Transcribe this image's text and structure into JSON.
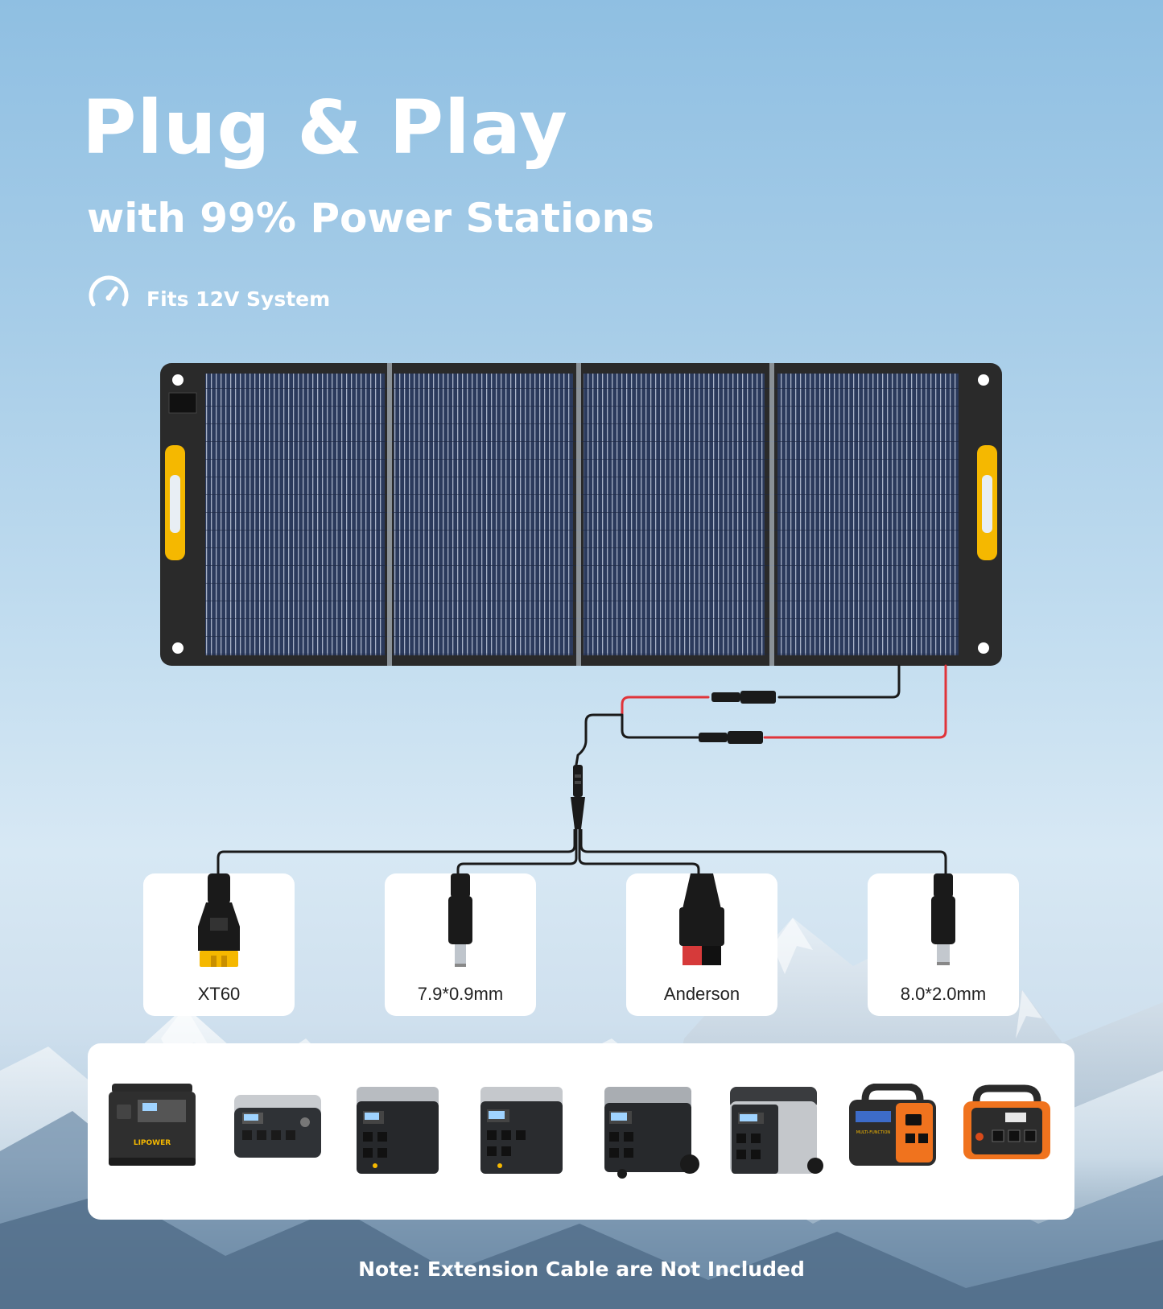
{
  "header": {
    "title": "Plug & Play",
    "subtitle": "with 99% Power Stations",
    "feature": {
      "icon": "speedometer-icon",
      "text": "Fits 12V System"
    }
  },
  "connectors": [
    {
      "icon": "xt60-plug-icon",
      "label": "XT60"
    },
    {
      "icon": "dc-barrel-plug-icon",
      "label": "7.9*0.9mm"
    },
    {
      "icon": "anderson-plug-icon",
      "label": "Anderson"
    },
    {
      "icon": "dc-barrel-plug-icon",
      "label": "8.0*2.0mm"
    }
  ],
  "stations": [
    {
      "icon": "power-station-icon",
      "brand_text": "LIPOWER"
    },
    {
      "icon": "power-station-icon"
    },
    {
      "icon": "power-station-icon"
    },
    {
      "icon": "power-station-icon"
    },
    {
      "icon": "power-station-icon"
    },
    {
      "icon": "power-station-icon"
    },
    {
      "icon": "power-station-icon"
    },
    {
      "icon": "power-station-icon"
    }
  ],
  "note": "Note: Extension Cable are Not Included",
  "colors": {
    "panel_frame": "#2a2a2a",
    "panel_cells": "#2b3a5c",
    "handle_yellow": "#f5b800",
    "cable_red": "#e0343a",
    "cable_black": "#1a1a1a"
  }
}
